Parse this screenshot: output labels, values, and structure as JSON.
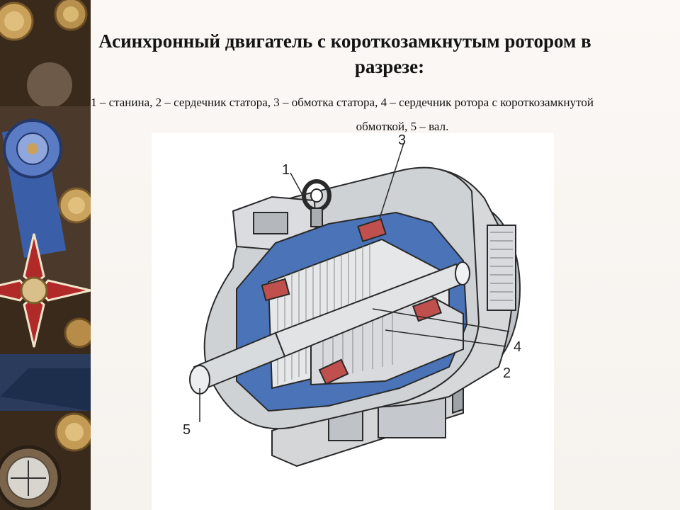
{
  "title": {
    "line1": "Асинхронный двигатель  с короткозамкнутым ротором в",
    "line2": "разрезе:"
  },
  "caption": {
    "line1": "1 – станина, 2 – сердечник статора, 3 – обмотка статора, 4 – сердечник ротора с короткозамкнутой",
    "line2": "обмоткой, 5 – вал."
  },
  "diagram": {
    "labels": [
      "1",
      "2",
      "3",
      "4",
      "5"
    ],
    "colors": {
      "housing_blue": "#4a73b8",
      "metal_gray": "#c9ccd0",
      "winding_red": "#c0504d",
      "line": "#2a2a2a"
    }
  }
}
